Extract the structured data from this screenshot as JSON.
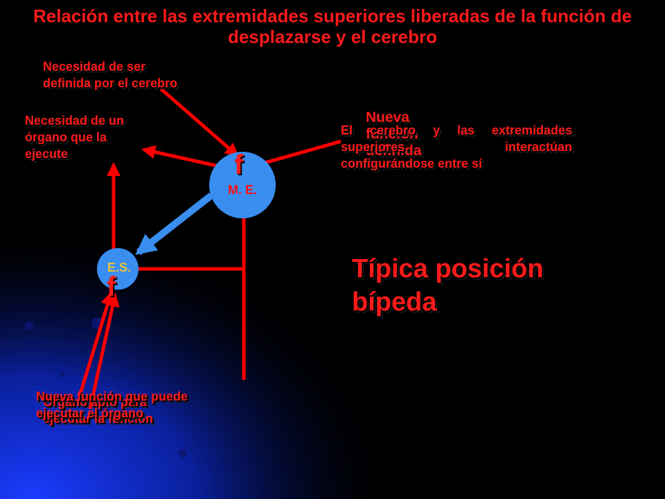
{
  "title": "Relación entre las extremidades superiores liberadas de la función de desplazarse y el cerebro",
  "nodes": {
    "me_label": "M. E.",
    "es_label": "E.S.",
    "me_f": "f",
    "es_f": "f"
  },
  "labels": {
    "necesidad_definida": "Necesidad de ser definida por el cerebro",
    "necesidad_organo": "Necesidad de un órgano que la ejecute",
    "nueva_funcion_definida": "Nueva función definida",
    "cerebro_extremidades": "El cerebro y las extremidades superiores interactúan configurándose entre sí",
    "tipica_posicion": "Típica posición bípeda",
    "organo_apto": "Órgano apto para ejecutar la función",
    "nueva_funcion_organo": "Nueva función que puede ejecutar el órgano"
  },
  "colors": {
    "text_red": "#ff1a1a",
    "arrow_red": "#ff0000",
    "node_blue": "#3a8ef0",
    "connector_blue": "#3a8ef0",
    "background": "#000000"
  }
}
